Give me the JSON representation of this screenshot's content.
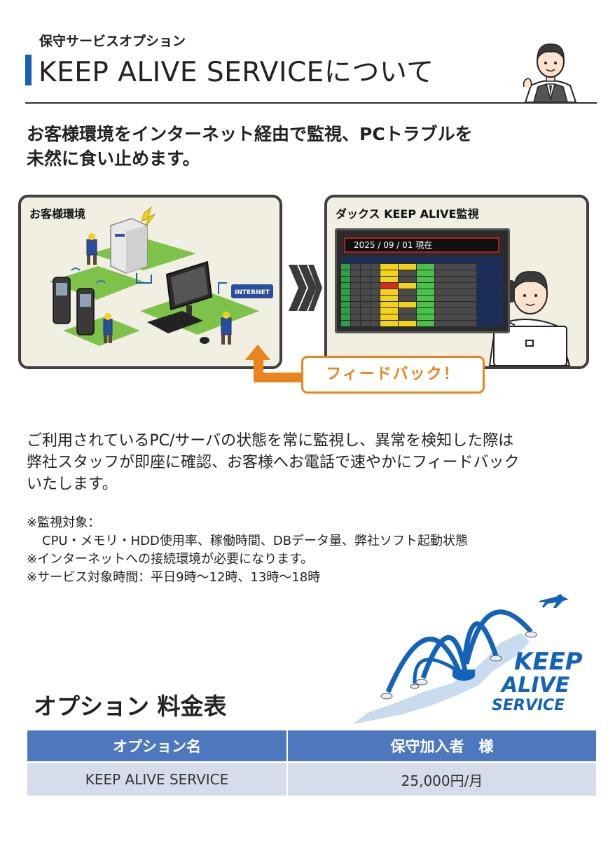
{
  "header": {
    "subtitle": "保守サービスオプション",
    "title": "KEEP ALIVE SERVICEについて"
  },
  "lead": {
    "line1": "お客様環境をインターネット経由で監視、PCトラブルを",
    "line2": "未然に食い止めます。"
  },
  "diagram": {
    "left_panel_title": "お客様環境",
    "right_panel_title": "ダックス KEEP ALIVE監視",
    "internet_label": "INTERNET",
    "monitor_date": "2025 / 09 / 01 現在",
    "feedback_label": "フィードバック！"
  },
  "body": {
    "line1": "ご利用されているPC/サーバの状態を常に監視し、異常を検知した際は",
    "line2": "弊社スタッフが即座に確認、お客様へお電話で速やかにフィードバック",
    "line3": "いたします。"
  },
  "notes": {
    "label": "※監視対象：",
    "items": "CPU・メモリ・HDD使用率、稼働時間、DBデータ量、弊社ソフト起動状態",
    "network": "※インターネットへの接続環境が必要になります。",
    "hours": "※サービス対象時間：平日9時～12時、13時～18時"
  },
  "logo": {
    "line1": "KEEP",
    "line2": "ALIVE",
    "line3": "SERVICE"
  },
  "pricing": {
    "title": "オプション 料金表",
    "columns": [
      "オプション名",
      "保守加入者　様"
    ],
    "rows": [
      {
        "name": "KEEP ALIVE SERVICE",
        "price": "25,000円/月"
      }
    ]
  },
  "colors": {
    "accent_blue": "#1a5fb4",
    "table_header": "#4d78c0",
    "table_row": "#d7dcec",
    "feedback_orange": "#e8851e",
    "panel_bg": "#f1eee2"
  }
}
